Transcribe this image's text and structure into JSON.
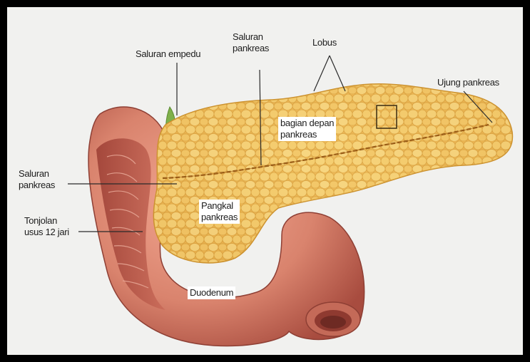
{
  "diagram": {
    "labels": {
      "saluran_empedu": "Saluran empedu",
      "saluran_pankreas_top": "Saluran\npankreas",
      "lobus": "Lobus",
      "ujung_pankreas": "Ujung pankreas",
      "bagian_depan": "bagian depan\npankreas",
      "saluran_pankreas_left": "Saluran\npankreas",
      "tonjolan": "Tonjolan\nusus 12 jari",
      "pangkal": "Pangkal\npankreas",
      "duodenum": "Duodenum"
    },
    "colors": {
      "background": "#000000",
      "paper": "#f1f1ef",
      "pancreas": "#f2c05a",
      "pancreas_lobule": "#f7d67f",
      "pancreas_edge": "#c98e2a",
      "duodenum": "#d9836d",
      "duodenum_dark": "#a84c3f",
      "duct": "#8a4e12",
      "bile_duct": "#7fb04a"
    }
  }
}
